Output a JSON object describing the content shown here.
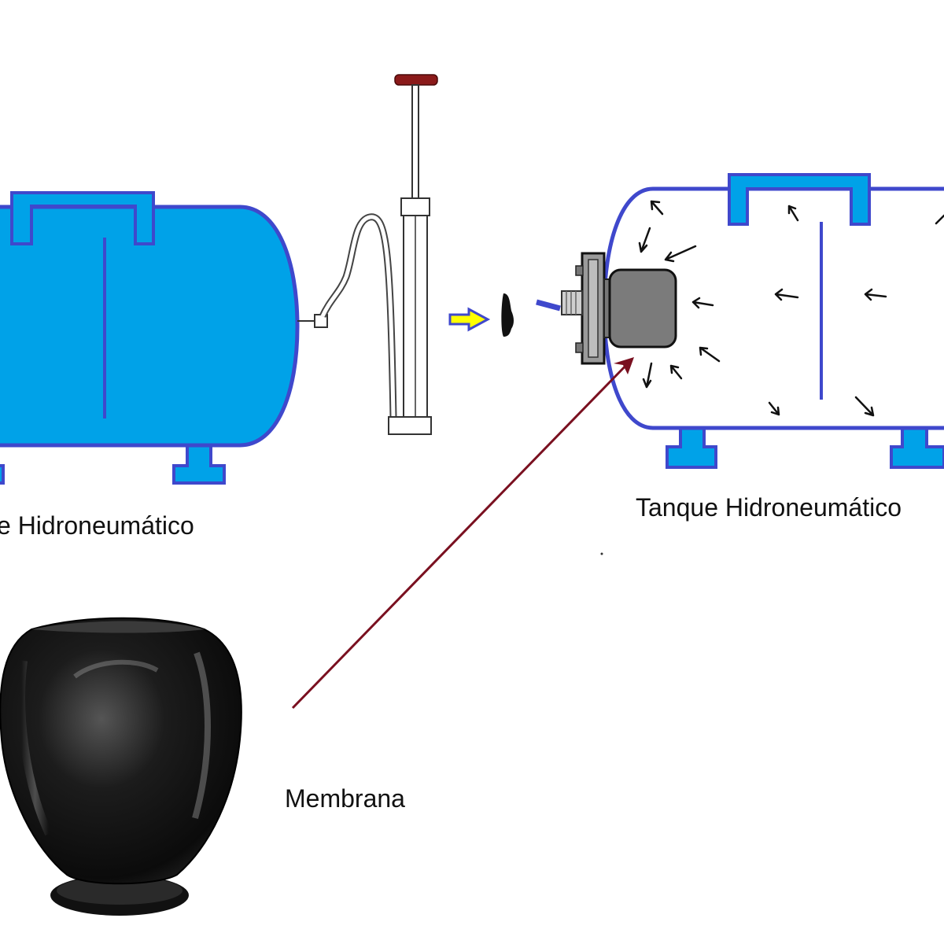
{
  "labels": {
    "left_tank": "e Hidroneumático",
    "right_tank": "Tanque Hidroneumático",
    "membrane": "Membrana"
  },
  "icons": {
    "hand_pump": "hand-pump-icon",
    "flow_arrow": "right-arrow-icon",
    "membrane_bladder": "rubber-bladder-icon"
  },
  "colors": {
    "tank_fill": "#00a2e8",
    "tank_outline": "#3f48cc",
    "pump_handle": "#8b1a1a",
    "leader_line": "#7a1020",
    "flow_arrow": "#ffff00",
    "membrane": "#1a1a1a"
  }
}
